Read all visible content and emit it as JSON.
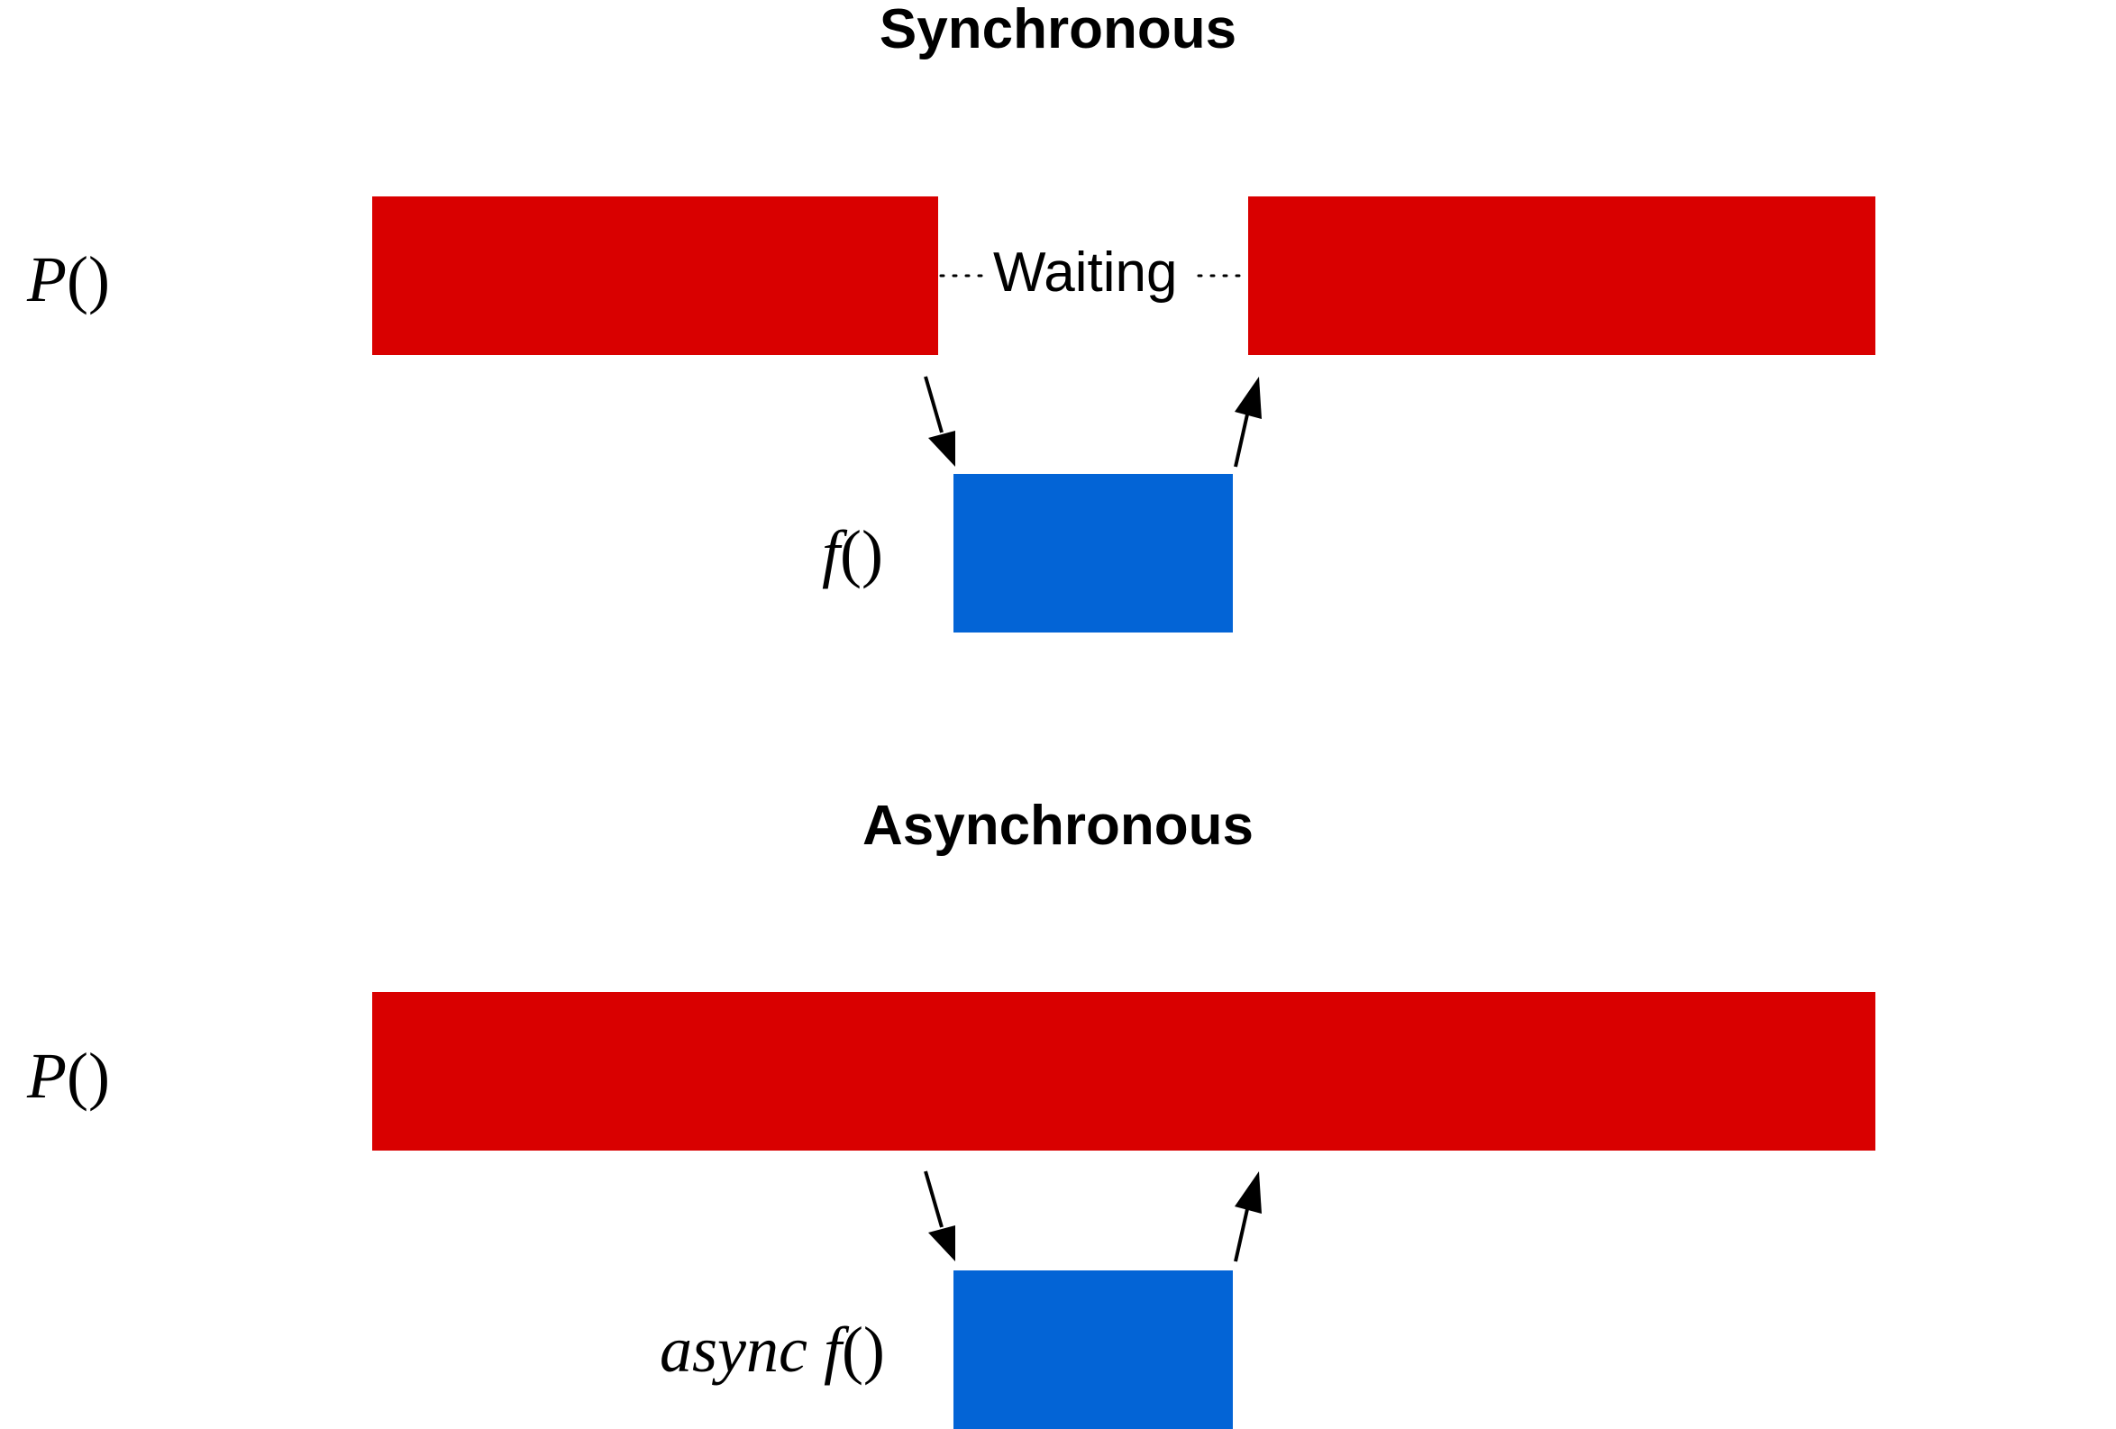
{
  "sections": {
    "sync": {
      "title": "Synchronous",
      "caller_name": "P",
      "callee_name": "f",
      "parens": "()",
      "wait_label": "Waiting"
    },
    "async": {
      "title": "Asynchronous",
      "caller_name": "P",
      "callee_prefix": "async",
      "callee_name": "f",
      "parens": "()"
    }
  },
  "colors": {
    "caller": "#d90000",
    "callee": "#0364d6",
    "arrow": "#000000"
  }
}
